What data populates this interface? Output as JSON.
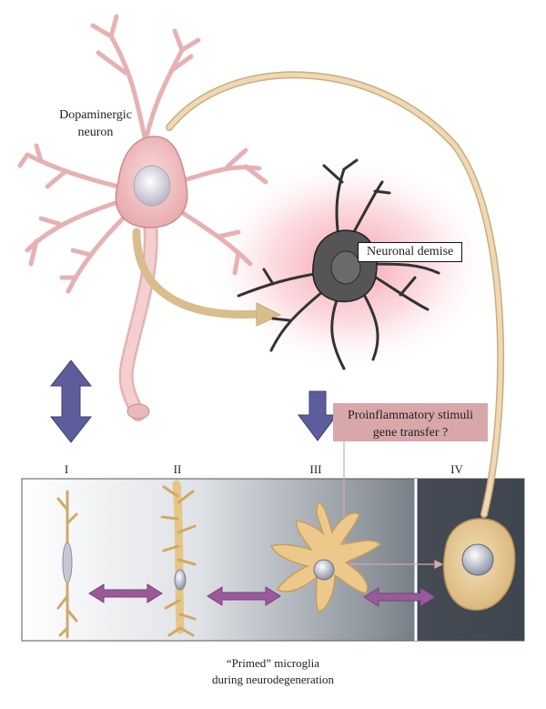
{
  "labels": {
    "neuron_line1": "Dopaminergic",
    "neuron_line2": "neuron",
    "demise": "Neuronal demise",
    "stimuli_line1": "Proinflammatory stimuli",
    "stimuli_line2": "gene transfer ?"
  },
  "stages": [
    "I",
    "II",
    "III",
    "IV"
  ],
  "caption": {
    "line1": "“Primed” microglia",
    "line2": "during neurodegeneration"
  },
  "colors": {
    "neuron_pink": "#f1c3c4",
    "neuron_outline": "#c88c8f",
    "dying_neuron": "#444444",
    "glow": "#f7a9b4",
    "microglia_tan": "#e9c98e",
    "arrow_tan": "#e8cfa2",
    "blue_arrow": "#5a5a99",
    "purple_arrow": "#9a5a9a",
    "stimuli_box": "#d9a7a9",
    "panel_dark": "#4d5560"
  }
}
